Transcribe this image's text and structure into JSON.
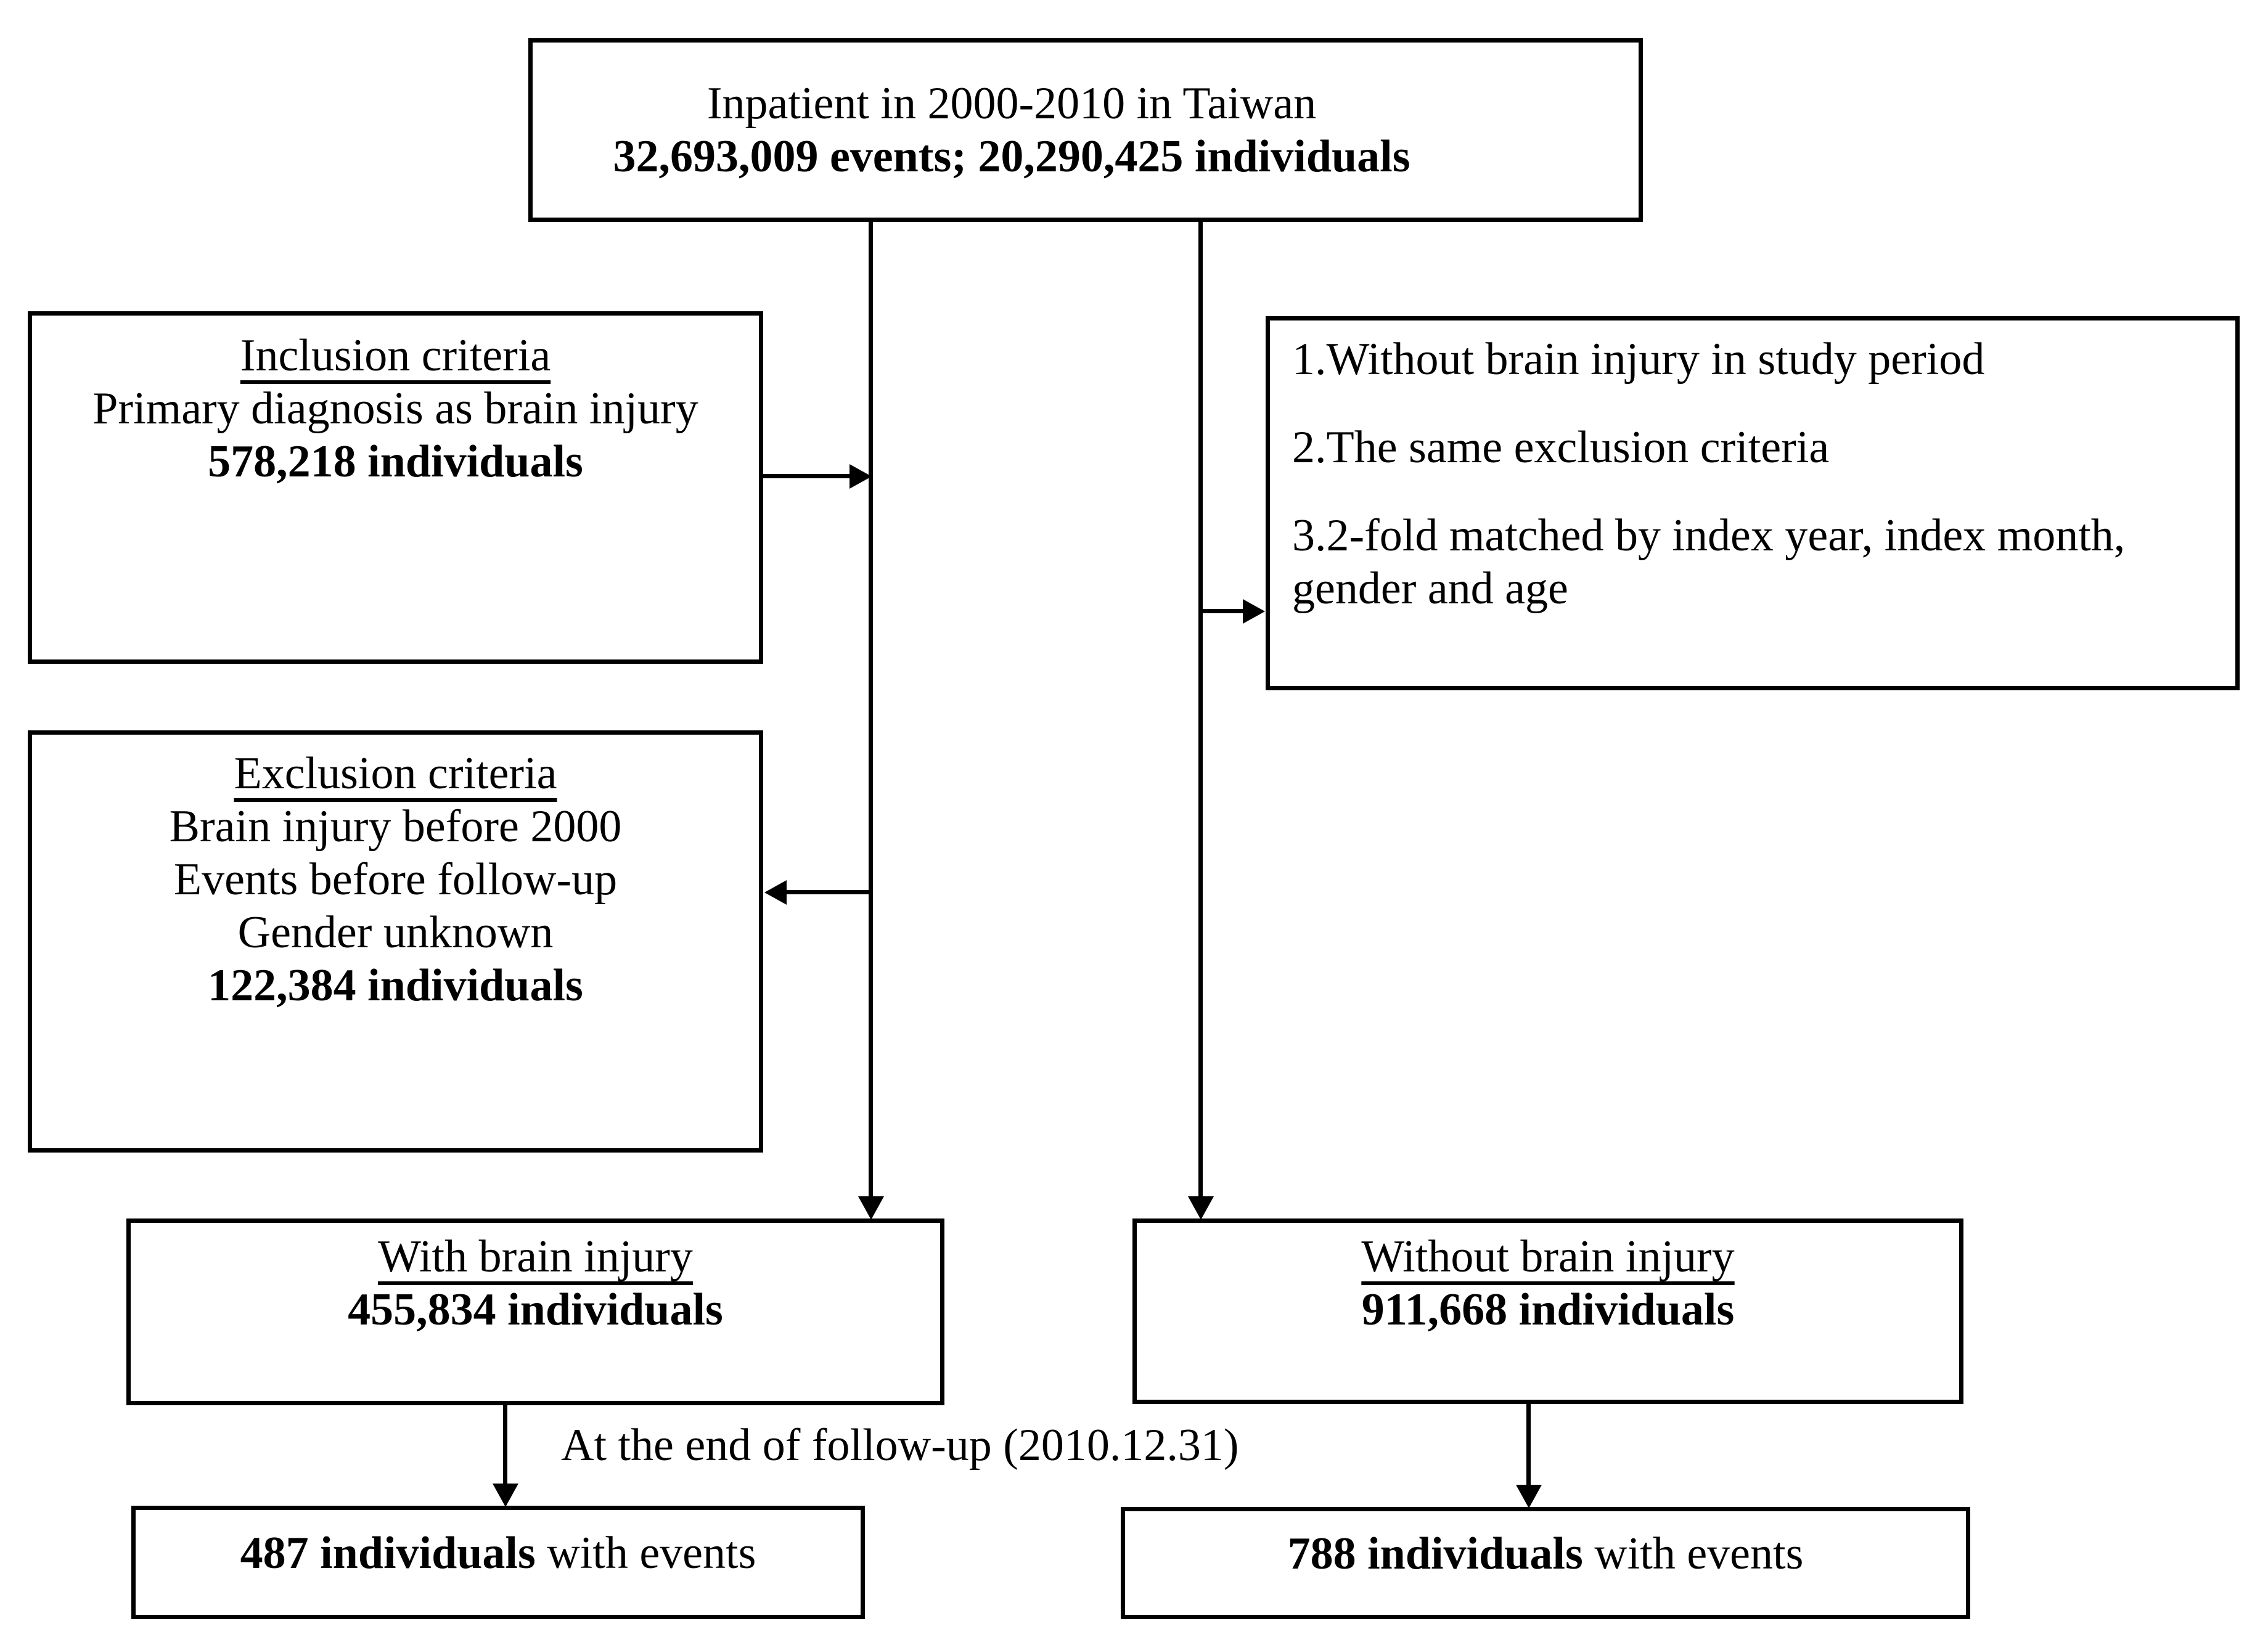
{
  "figure": {
    "background_color": "#ffffff",
    "line_color": "#000000"
  },
  "boxes": {
    "source": {
      "line1": "Inpatient in 2000-2010 in Taiwan",
      "line2": "32,693,009 events; 20,290,425 individuals"
    },
    "inclusion": {
      "title": "Inclusion criteria",
      "line1": "Primary diagnosis as brain injury",
      "line2": "578,218 individuals"
    },
    "matched": {
      "item1": "1.Without brain injury in study period",
      "item2": "2.The same exclusion criteria",
      "item3": "3.2-fold matched by index year, index month,\ngender and age"
    },
    "exclusion": {
      "title": "Exclusion criteria",
      "line1": "Brain injury before 2000",
      "line2": "Events before follow-up",
      "line3": "Gender unknown",
      "line4": "122,384 individuals"
    },
    "with_injury": {
      "title": "With brain injury",
      "line1": "455,834 individuals"
    },
    "without_injury": {
      "title": "Without brain injury",
      "line1": "911,668 individuals"
    },
    "events_left": {
      "bold": "487 individuals",
      "rest": " with events"
    },
    "events_right": {
      "bold": "788 individuals",
      "rest": " with events"
    }
  },
  "labels": {
    "followup": "At the end of follow-up (2010.12.31)"
  }
}
